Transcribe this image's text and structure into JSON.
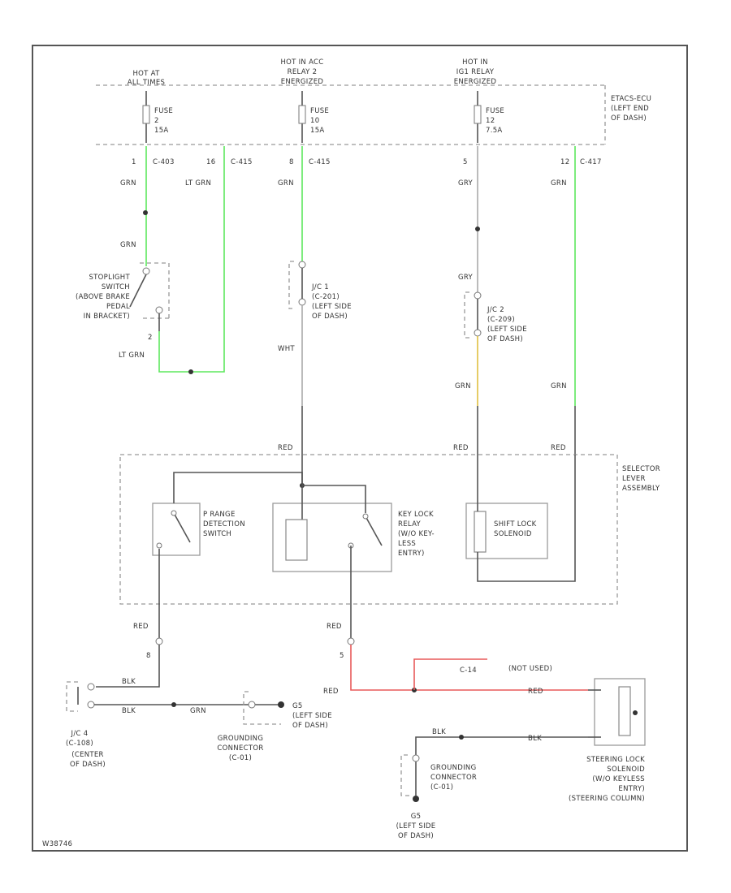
{
  "power": {
    "hot_at_1": "HOT AT",
    "hot_at_2": "ALL TIMES",
    "hot_acc_1": "HOT IN ACC",
    "hot_acc_2": "RELAY 2",
    "hot_acc_3": "ENERGIZED",
    "hot_ig_1": "HOT IN",
    "hot_ig_2": "IG1 RELAY",
    "hot_ig_3": "ENERGIZED"
  },
  "fuse_box": {
    "line1": "ETACS-ECU",
    "line2": "(LEFT END",
    "line3": "OF DASH)"
  },
  "fuses": [
    {
      "label": "FUSE",
      "number": "2",
      "amps": "15A"
    },
    {
      "label": "FUSE",
      "number": "10",
      "amps": "15A"
    },
    {
      "label": "FUSE",
      "number": "12",
      "amps": "7.5A"
    }
  ],
  "connectors": {
    "c403": "C-403",
    "c415a": "C-415",
    "c415b": "C-415",
    "c417": "C-417",
    "c14": "C-14",
    "pin_1": "1",
    "pin_16": "16",
    "pin_8": "8",
    "pin_5": "5",
    "pin_12": "12",
    "pin_2": "2"
  },
  "wire_colors": {
    "grn": "GRN",
    "lt_grn": "LT GRN",
    "gry": "GRY",
    "wht": "WHT",
    "red": "RED",
    "blk": "BLK"
  },
  "stoplight_switch": {
    "line1": "STOPLIGHT",
    "line2": "SWITCH",
    "line3": "(ABOVE BRAKE",
    "line4": "PEDAL",
    "line5": "IN BRACKET)"
  },
  "jc1": {
    "line1": "J/C 1",
    "line2": "(C-201)",
    "line3": "(LEFT SIDE",
    "line4": "OF DASH)"
  },
  "jc2": {
    "line1": "J/C 2",
    "line2": "(C-209)",
    "line3": "(LEFT SIDE",
    "line4": "OF DASH)"
  },
  "selector_lever": {
    "line1": "SELECTOR",
    "line2": "LEVER",
    "line3": "ASSEMBLY"
  },
  "p_range": {
    "line1": "P RANGE",
    "line2": "DETECTION",
    "line3": "SWITCH"
  },
  "key_lock_relay": {
    "line1": "KEY LOCK",
    "line2": "RELAY",
    "line3": "(W/O KEY-",
    "line4": "LESS",
    "line5": "ENTRY)"
  },
  "shift_lock": {
    "line1": "SHIFT LOCK",
    "line2": "SOLENOID"
  },
  "not_used": "(NOT USED)",
  "jc4": {
    "line1": "J/C 4",
    "line2": "(C-108)",
    "line3": "(CENTER",
    "line4": "OF DASH)"
  },
  "ground_left": {
    "line1": "GROUNDING",
    "line2": "CONNECTOR",
    "line3": "(C-01)",
    "g_line1": "G5",
    "g_line2": "(LEFT SIDE",
    "g_line3": "OF DASH)"
  },
  "ground_right": {
    "line1": "GROUNDING",
    "line2": "CONNECTOR",
    "line3": "(C-01)",
    "g_line1": "G5",
    "g_line2": "(LEFT SIDE",
    "g_line3": "OF DASH)"
  },
  "steering_lock": {
    "line1": "STEERING LOCK",
    "line2": "SOLENOID",
    "line3": "(W/O KEYLESS",
    "line4": "ENTRY)",
    "line5": "(STEERING COLUMN)"
  },
  "footer_code": "W38746",
  "colors": {
    "green": "#5ee85e",
    "red": "#e85a5a",
    "yellow": "#e0c040",
    "wire": "#555555"
  }
}
